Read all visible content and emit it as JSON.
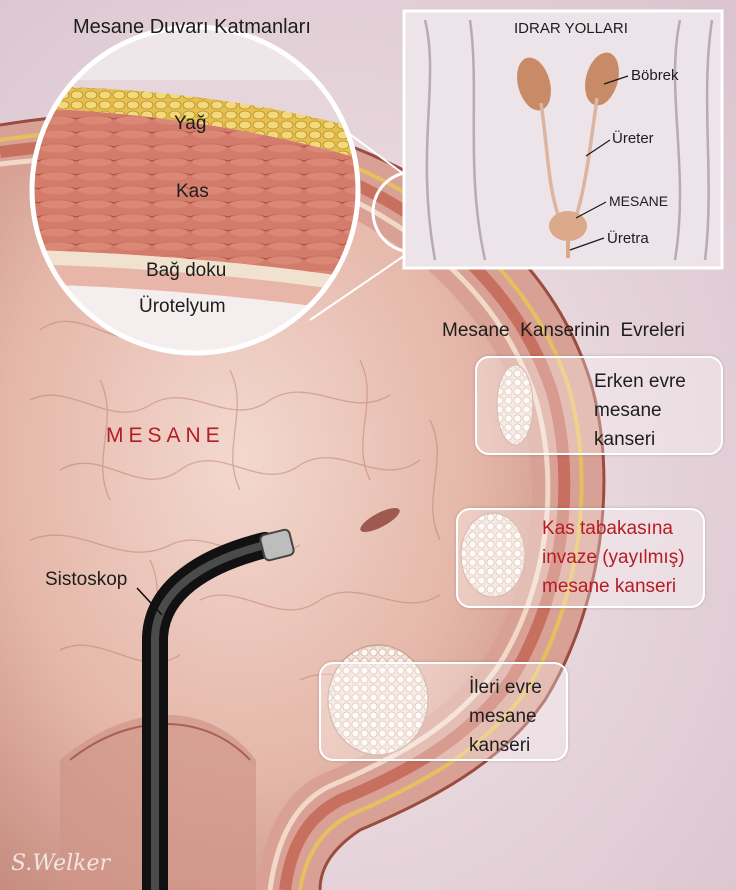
{
  "figure": {
    "wall_layers_title": "Mesane Duvarı Katmanları",
    "layers": {
      "fat": "Yağ",
      "muscle": "Kas",
      "connective": "Bağ doku",
      "urothelium": "Ürotelyum"
    },
    "inset": {
      "title": "IDRAR YOLLARI",
      "kidney": "Böbrek",
      "ureter": "Üreter",
      "bladder": "MESANE",
      "urethra": "Üretra"
    },
    "bladder_label": "MESANE",
    "cystoscope_label": "Sistoskop",
    "stages_title": "Mesane  Kanserinin  Evreleri",
    "stages": [
      {
        "lines": [
          "Erken evre",
          "mesane",
          "kanseri"
        ]
      },
      {
        "lines": [
          "Kas tabakasına",
          "invaze (yayılmış)",
          "mesane kanseri"
        ]
      },
      {
        "lines": [
          "İleri evre",
          "mesane",
          "kanseri"
        ]
      }
    ],
    "signature": "S.Welker"
  },
  "colors": {
    "highlight_red": "#b51c24",
    "bladder_wall": "#c98a80",
    "muscle_tissue": "#d98473",
    "fat_tissue": "#e8c65a",
    "background": "#e9dbe1"
  }
}
